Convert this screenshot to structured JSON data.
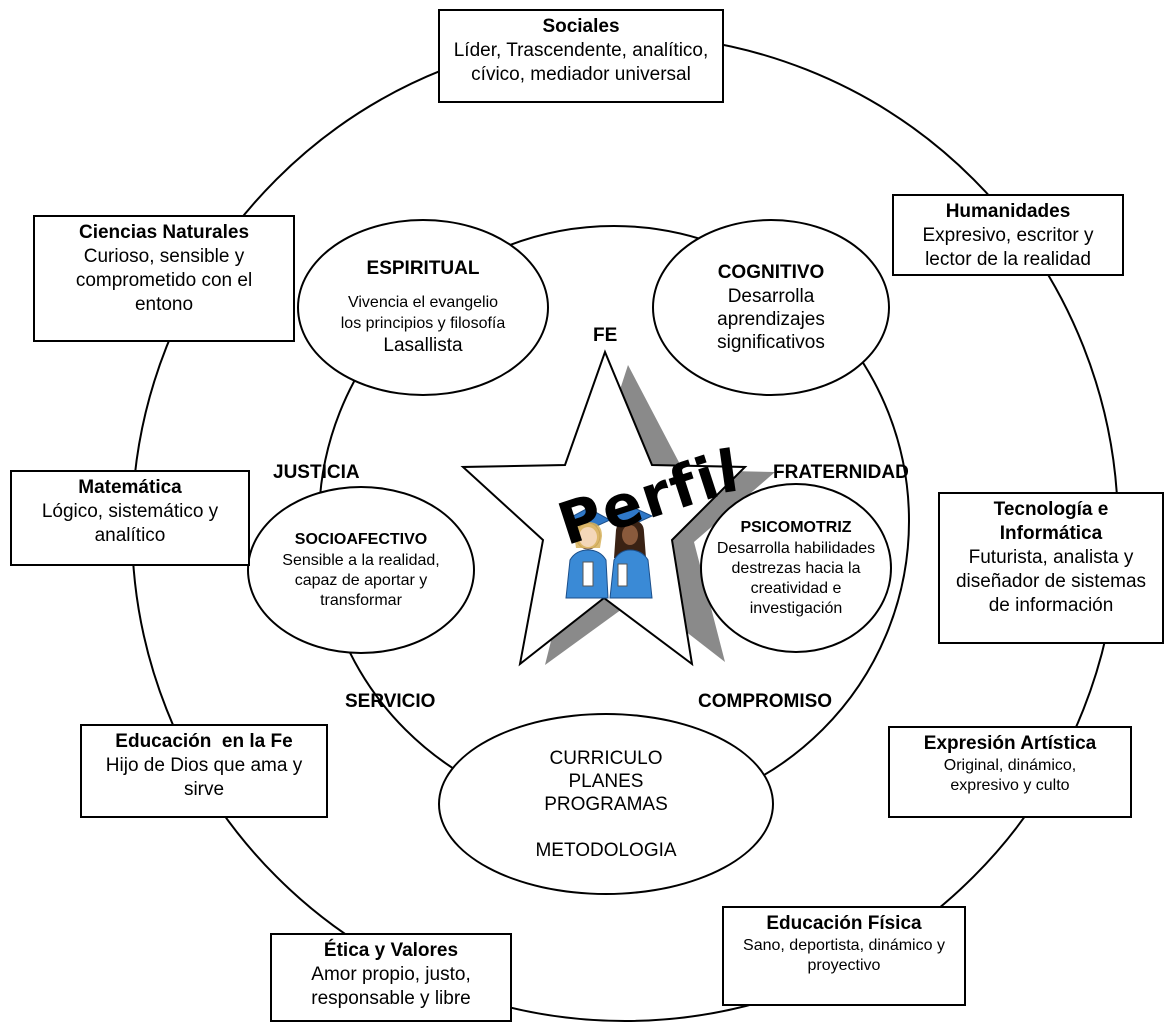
{
  "center": {
    "word": "Perfi",
    "word_end": "l"
  },
  "values": {
    "fe": "FE",
    "justicia": "JUSTICIA",
    "fraternidad": "FRATERNIDAD",
    "servicio": "SERVICIO",
    "compromiso": "COMPROMISO"
  },
  "dimensions": {
    "espiritual": {
      "title": "ESPIRITUAL",
      "line1": "Vivencia el evangelio",
      "line2": "los principios y filosofía",
      "line3": "Lasallista"
    },
    "cognitivo": {
      "title": "COGNITIVO",
      "line1": "Desarrolla",
      "line2": "aprendizajes",
      "line3": "significativos"
    },
    "socioafectivo": {
      "title": "SOCIOAFECTIVO",
      "line1": "Sensible a la realidad,",
      "line2": "capaz de aportar y",
      "line3": "transformar"
    },
    "psicomotriz": {
      "title": "PSICOMOTRIZ",
      "line1": "Desarrolla habilidades",
      "line2": "destrezas hacia la",
      "line3": "creatividad e",
      "line4": "investigación"
    },
    "curriculo": {
      "line1": "CURRICULO",
      "line2": "PLANES",
      "line3": "PROGRAMAS",
      "line4": "METODOLOGIA"
    }
  },
  "areas": {
    "sociales": {
      "title": "Sociales",
      "line1": "Líder, Trascendente, analítico,",
      "line2": "cívico, mediador universal"
    },
    "humanidades": {
      "title": "Humanidades",
      "line1": "Expresivo, escritor y",
      "line2": "lector de la realidad"
    },
    "ciencias": {
      "title": "Ciencias Naturales",
      "line1": "Curioso, sensible y",
      "line2": "comprometido con el",
      "line3": "entono"
    },
    "matematica": {
      "title": "Matemática",
      "line1": "Lógico, sistemático y",
      "line2": "analítico"
    },
    "tecnologia": {
      "title": "Tecnología e",
      "title2": "Informática",
      "line1": "Futurista, analista y",
      "line2": "diseñador de sistemas",
      "line3": "de información"
    },
    "expresion": {
      "title": "Expresión Artística",
      "line1": "Original, dinámico,",
      "line2": "expresivo y culto"
    },
    "fe": {
      "title": "Educación  en la Fe",
      "line1": "Hijo de Dios que ama y",
      "line2": "sirve"
    },
    "fisica": {
      "title": "Educación Física",
      "line1": "Sano, deportista, dinámico y",
      "line2": "proyectivo"
    },
    "etica": {
      "title": "Ética y Valores",
      "line1": "Amor propio, justo,",
      "line2": "responsable y libre"
    }
  },
  "colors": {
    "gown": "#3a8ad6",
    "shadow": "#8a8a8a",
    "line": "#000000"
  }
}
